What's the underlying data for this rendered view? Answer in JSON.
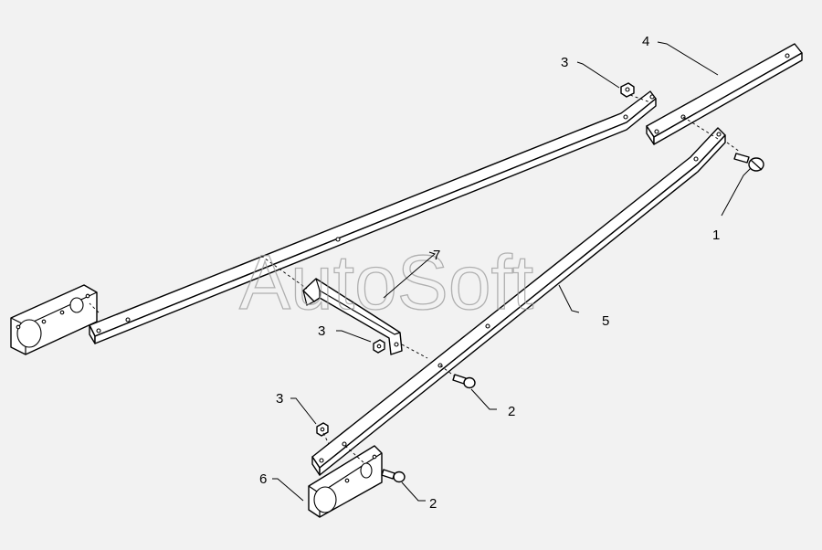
{
  "watermark": "AutoSoft",
  "callouts": [
    {
      "id": "c1",
      "label": "1"
    },
    {
      "id": "c2a",
      "label": "2"
    },
    {
      "id": "c2b",
      "label": "2"
    },
    {
      "id": "c3a",
      "label": "3"
    },
    {
      "id": "c3b",
      "label": "3"
    },
    {
      "id": "c3c",
      "label": "3"
    },
    {
      "id": "c4",
      "label": "4"
    },
    {
      "id": "c5",
      "label": "5"
    },
    {
      "id": "c6",
      "label": "6"
    },
    {
      "id": "c7",
      "label": "7"
    }
  ]
}
